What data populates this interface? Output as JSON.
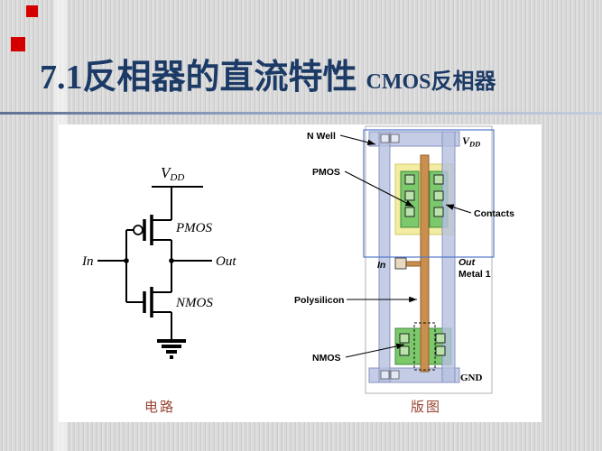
{
  "slide": {
    "title": "7.1反相器的直流特性",
    "subtitle": "CMOS反相器",
    "captions": {
      "left": "电路",
      "right": "版图"
    }
  },
  "schematic": {
    "vdd_base": "V",
    "vdd_sub": "DD",
    "pmos": "PMOS",
    "nmos": "NMOS",
    "in_label": "In",
    "out_label": "Out"
  },
  "layout": {
    "n_well": "N Well",
    "vdd_base": "V",
    "vdd_sub": "DD",
    "pmos": "PMOS",
    "contacts": "Contacts",
    "in_label": "In",
    "out_label": "Out",
    "metal1": "Metal 1",
    "polysilicon": "Polysilicon",
    "nmos": "NMOS",
    "gnd": "GND"
  },
  "colors": {
    "accent_red": "#d40000",
    "title": "#1b3a66",
    "caption": "#994433",
    "metal": "#b7c1e0",
    "metal_stroke": "#8793c0",
    "pplus": "#f2eda2",
    "pplus_stroke": "#d6c96a",
    "active": "#7cc96c",
    "active_stroke": "#3f8a3f",
    "contact_fill": "#b9e3a9",
    "poly": "#c98f4e",
    "poly_stroke": "#8f5f2a",
    "nwell_stroke": "#5577cc"
  }
}
